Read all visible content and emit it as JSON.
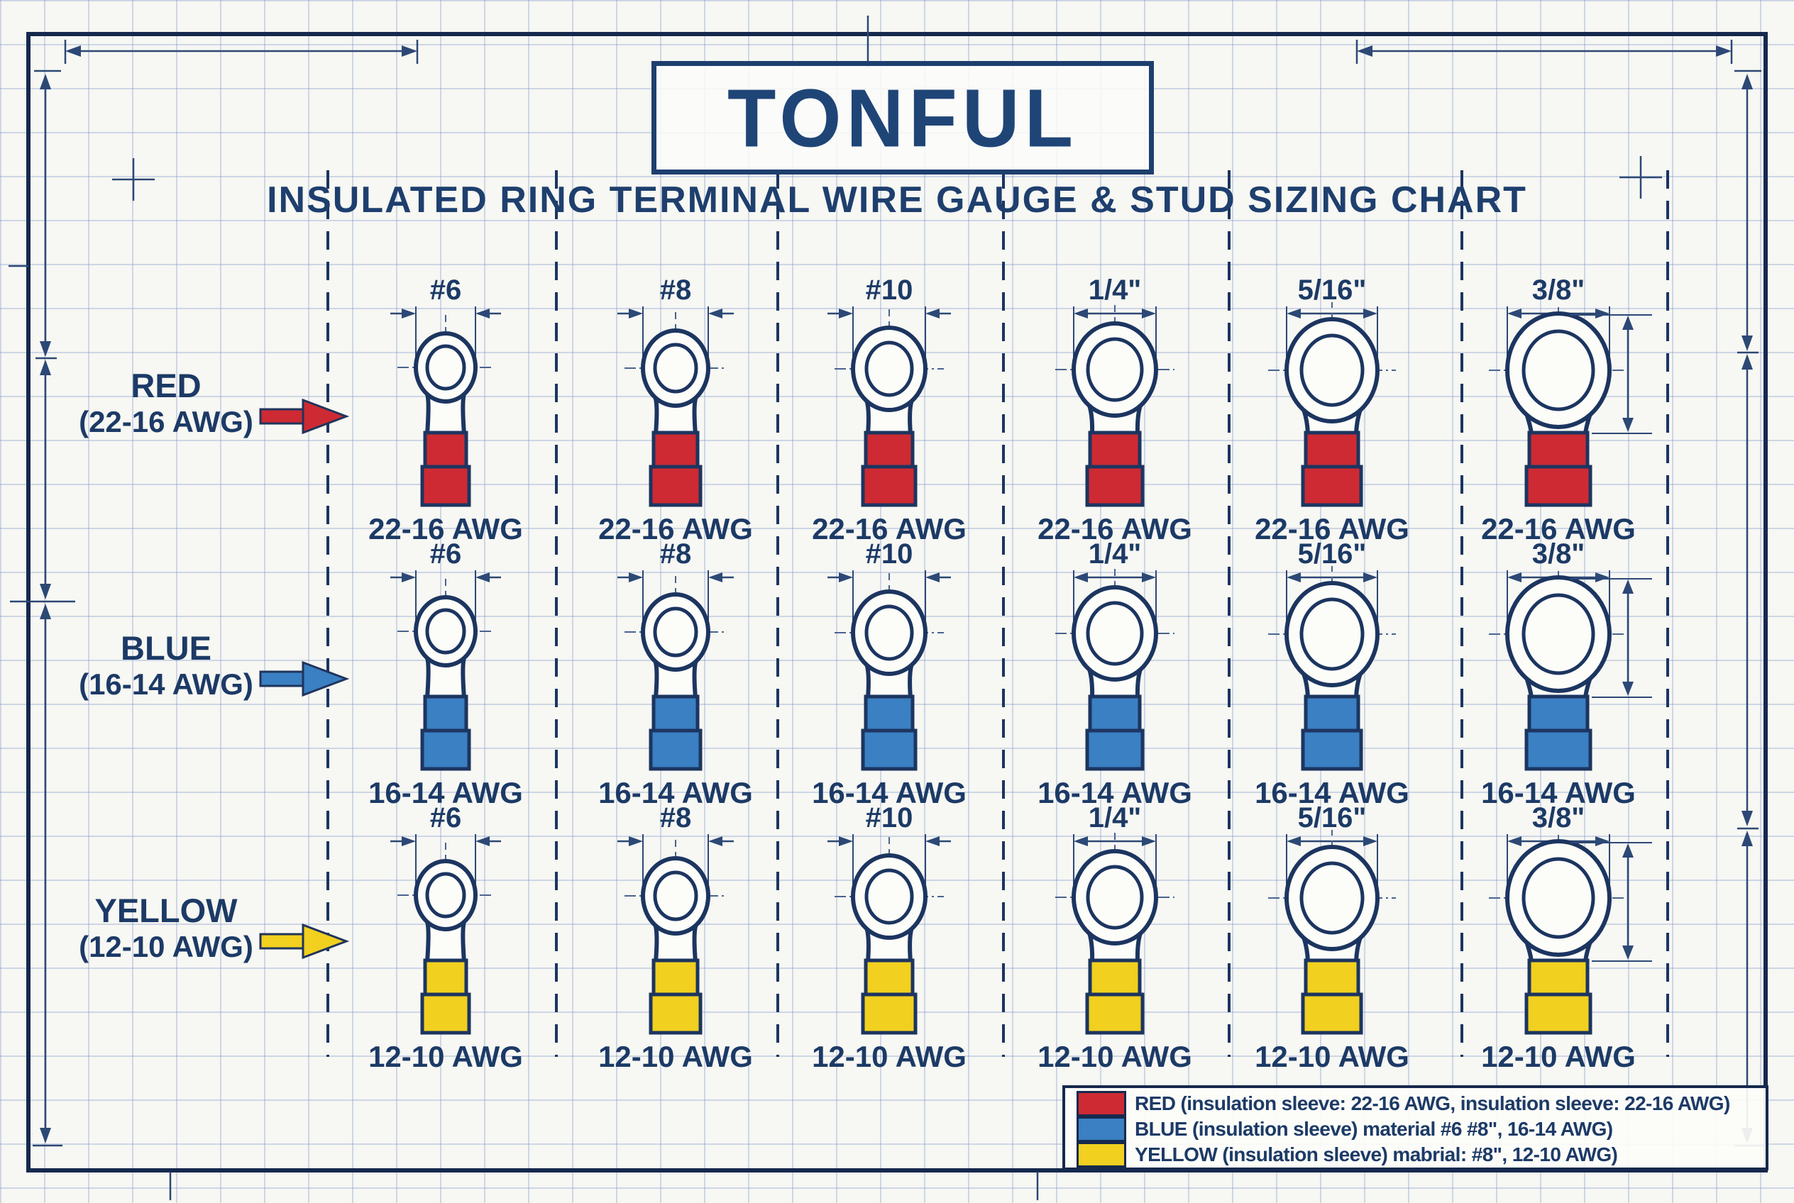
{
  "logo": {
    "text": "TONFUL"
  },
  "title": "INSULATED RING TERMINAL WIRE GAUGE & STUD SIZING CHART",
  "columns": [
    {
      "size": "#6"
    },
    {
      "size": "#8"
    },
    {
      "size": "#10"
    },
    {
      "size": "1/4\""
    },
    {
      "size": "5/16\""
    },
    {
      "size": "3/8\""
    }
  ],
  "rows": [
    {
      "color_name": "RED",
      "range": "(22-16 AWG)",
      "awg": "22-16 AWG",
      "color": "#ce2a33"
    },
    {
      "color_name": "BLUE",
      "range": "(16-14 AWG)",
      "awg": "16-14 AWG",
      "color": "#3a80c2"
    },
    {
      "color_name": "YELLOW",
      "range": "(12-10 AWG)",
      "awg": "12-10 AWG",
      "color": "#f1d01f"
    }
  ],
  "legend": [
    {
      "color": "#ce2a33",
      "label": "RED (insulation sleeve: 22-16 AWG, insulation sleeve: 22-16 AWG)"
    },
    {
      "color": "#3a80c2",
      "label": "BLUE (insulation sleeve) material #6 #8\", 16-14 AWG)"
    },
    {
      "color": "#f1d01f",
      "label": "YELLOW (insulation sleeve) mabrial: #8\", 12-10 AWG)"
    }
  ],
  "colors": {
    "navy": "#1c3560",
    "dim_line": "#2c4875",
    "paper": "#f7f7f3",
    "grid": "#7d91c8",
    "red": "#ce2a33",
    "blue": "#3a80c2",
    "yellow": "#f1d01f"
  }
}
